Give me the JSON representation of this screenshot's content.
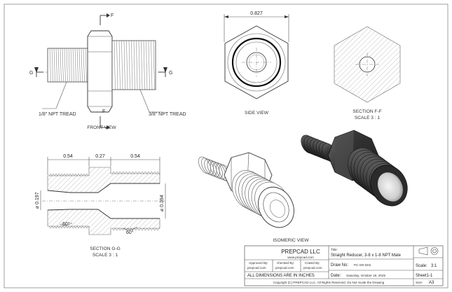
{
  "views": {
    "front": {
      "caption": "FRONT VIEW",
      "section_mark_f": "F",
      "section_mark_g": "G",
      "left_thread_note": "1/8\" NPT TREAD",
      "right_thread_note": "3/8\" NPT TREAD"
    },
    "side": {
      "caption": "SIDE VIEW",
      "width_dim": "0.827"
    },
    "section_ff": {
      "caption": "SECTION F-F",
      "scale": "SCALE 3 : 1"
    },
    "section_gg": {
      "caption": "SECTION G-G",
      "scale": "SCALE 3 : 1",
      "dim_left": "0.54",
      "dim_mid": "0.27",
      "dim_right": "0.54",
      "dia_small": "⌀ 0.197",
      "dia_large": "⌀ 0.394",
      "angle_left": "60°",
      "angle_right": "60°"
    },
    "isometric": {
      "caption": "ISOMERIC VIEW"
    }
  },
  "title_block": {
    "company": "PREPCAD LLC",
    "website": "www.prepcad.com",
    "approved_by_label": "Approved By:",
    "approved_by": "prepcad.com",
    "checked_by_label": "checked By:",
    "checked_by": "prepcad.com",
    "created_by_label": "Crated By:",
    "created_by": "prepcad.com",
    "title_label": "Title:",
    "title": "Straight Reducer, 3-8 x 1-8 NPT Male",
    "draw_no_label": "Draw No:",
    "draw_no": "PC-SR-D02",
    "scale_label": "Scale:",
    "scale": "3:1",
    "units_note": "ALL DIMENSIONS ARE IN INCHES",
    "date_label": "Date:",
    "date": "Saturday, October 18, 2025",
    "sheet": "Sheet1-1",
    "copyright": "Copyright (C)  PREPCAD LLC. All Rights Reserved. Do Not Scale the Drawing",
    "size_label": "Size:",
    "size": "A3"
  }
}
